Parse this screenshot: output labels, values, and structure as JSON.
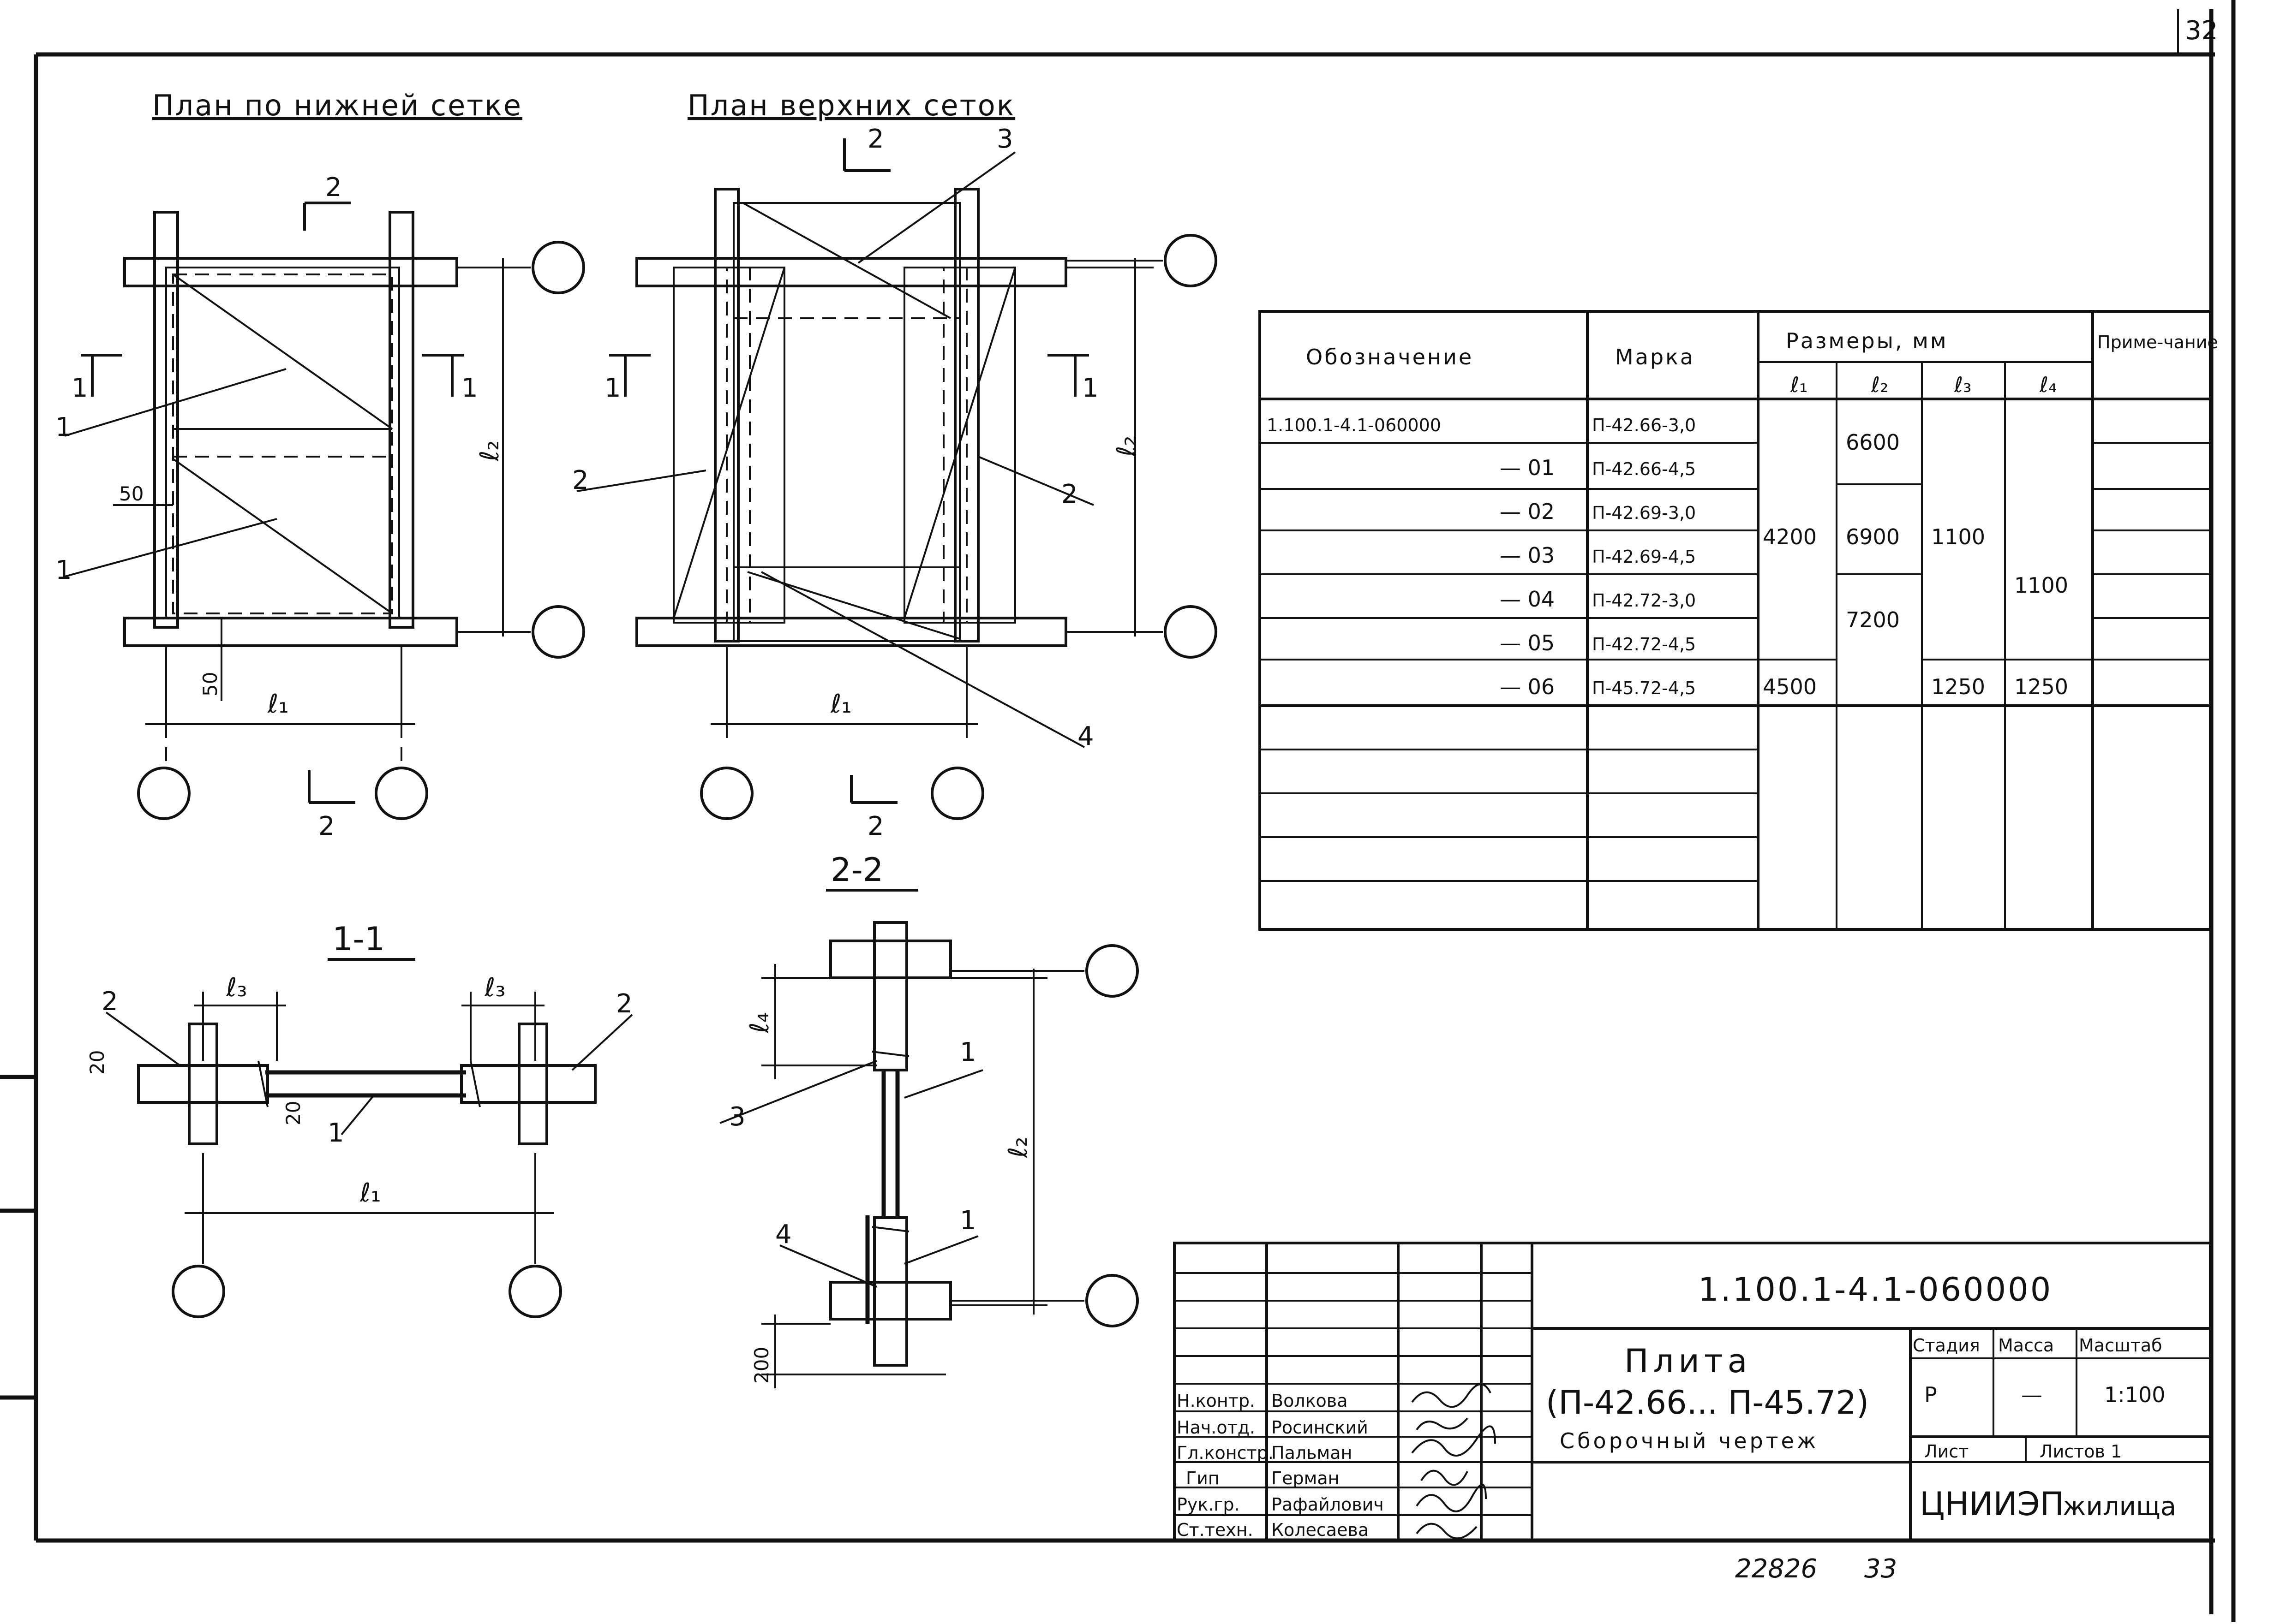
{
  "sheet": {
    "page_number": "32",
    "bottom_number_left": "22826",
    "bottom_number_right": "33"
  },
  "views": {
    "bottom_mesh_title": "План по нижней сетке",
    "top_mesh_title": "План верхних сеток",
    "section_11_title": "1-1",
    "section_22_title": "2-2",
    "dim_l1": "ℓ₁",
    "dim_l2": "ℓ₂",
    "dim_l3": "ℓ₃",
    "dim_l4": "ℓ₄",
    "dim_50": "50",
    "dim_20": "20",
    "dim_200": "200",
    "cut_1": "1",
    "cut_2": "2",
    "pos_1": "1",
    "pos_2": "2",
    "pos_3": "3",
    "pos_4": "4"
  },
  "spec_table": {
    "headers": {
      "designation": "Обозначение",
      "mark": "Марка",
      "sizes": "Размеры, мм",
      "note": "Приме-чание",
      "l1": "ℓ₁",
      "l2": "ℓ₂",
      "l3": "ℓ₃",
      "l4": "ℓ₄"
    },
    "rows": [
      {
        "designation": "1.100.1-4.1-060000",
        "mark": "П-42.66-3,0"
      },
      {
        "designation": "— 01",
        "mark": "П-42.66-4,5"
      },
      {
        "designation": "— 02",
        "mark": "П-42.69-3,0"
      },
      {
        "designation": "— 03",
        "mark": "П-42.69-4,5"
      },
      {
        "designation": "— 04",
        "mark": "П-42.72-3,0"
      },
      {
        "designation": "— 05",
        "mark": "П-42.72-4,5"
      },
      {
        "designation": "— 06",
        "mark": "П-45.72-4,5"
      }
    ],
    "values": {
      "l1_a": "4200",
      "l1_b": "4500",
      "l2_a": "6600",
      "l2_b": "6900",
      "l2_c": "7200",
      "l3_a": "1100",
      "l3_b": "1250",
      "l4_a": "1100",
      "l4_b": "1250"
    }
  },
  "title_block": {
    "code": "1.100.1-4.1-060000",
    "name": "Плита",
    "marks_range": "(П-42.66... П-45.72)",
    "doc_type": "Сборочный чертеж",
    "stage_label": "Стадия",
    "mass_label": "Масса",
    "scale_label": "Масштаб",
    "stage": "Р",
    "mass": "—",
    "scale": "1:100",
    "sheet_label": "Лист",
    "sheets_label": "Листов 1",
    "org_main": "ЦНИИЭП",
    "org_sub": "жилища",
    "people": [
      {
        "role": "Н.контр.",
        "name": "Волкова"
      },
      {
        "role": "Нач.отд.",
        "name": "Росинский"
      },
      {
        "role": "Гл.констр.",
        "name": "Пальман"
      },
      {
        "role": "Гип",
        "name": "Герман"
      },
      {
        "role": "Рук.гр.",
        "name": "Рафайлович"
      },
      {
        "role": "Ст.техн.",
        "name": "Колесаева"
      }
    ]
  }
}
